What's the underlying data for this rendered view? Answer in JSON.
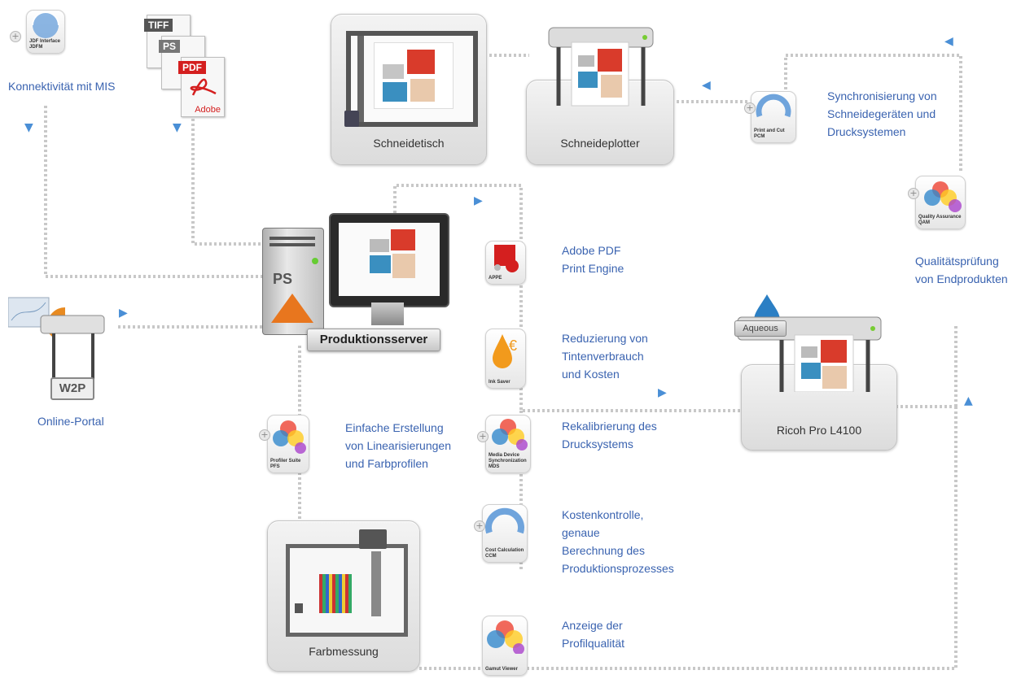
{
  "labels": {
    "mis": "Konnektivität mit MIS",
    "online_portal": "Online-Portal",
    "sync_lines": [
      "Synchronisierung von",
      "Schneidegeräten und",
      "Drucksystemen"
    ],
    "qa_lines": [
      "Qualitätsprüfung",
      "von Endprodukten"
    ],
    "apdf_lines": [
      "Adobe PDF",
      "Print Engine"
    ],
    "ink_lines": [
      "Reduzierung von",
      "Tintenverbrauch",
      "und Kosten"
    ],
    "profiler_lines": [
      "Einfache Erstellung",
      "von Linearisierungen",
      "und Farbprofilen"
    ],
    "mds_lines": [
      "Rekalibrierung des",
      "Drucksystems"
    ],
    "ccm_lines": [
      "Kostenkontrolle,",
      "genaue",
      "Berechnung des",
      "Produktionsprozesses"
    ],
    "gamut_lines": [
      "Anzeige der",
      "Profilqualität"
    ]
  },
  "devices": {
    "cut_table": "Schneidetisch",
    "cut_plotter": "Schneideplotter",
    "ricoh": "Ricoh Pro L4100",
    "color_measure": "Farbmessung",
    "server": "Produktionsserver",
    "server_tower": "PS",
    "aqueous": "Aqueous",
    "w2p": "W2P"
  },
  "files": [
    "TIFF",
    "PS",
    "PDF",
    "Adobe"
  ],
  "modules": {
    "jdf": "JDF Interface JDFM",
    "print_cut": "Print and Cut PCM",
    "qa": "Quality Assurance QAM",
    "apps": "APPE",
    "ink_saver": "Ink Saver",
    "profiler": "Profiler Suite PFS",
    "mds": "Media Device Synchronization MDS",
    "ccm": "Cost Calculation CCM",
    "gamut": "Gamut Viewer"
  },
  "colors": {
    "label": "#3a63b0",
    "arrow": "#4a8fd6",
    "connector": "#c8c8c8"
  }
}
